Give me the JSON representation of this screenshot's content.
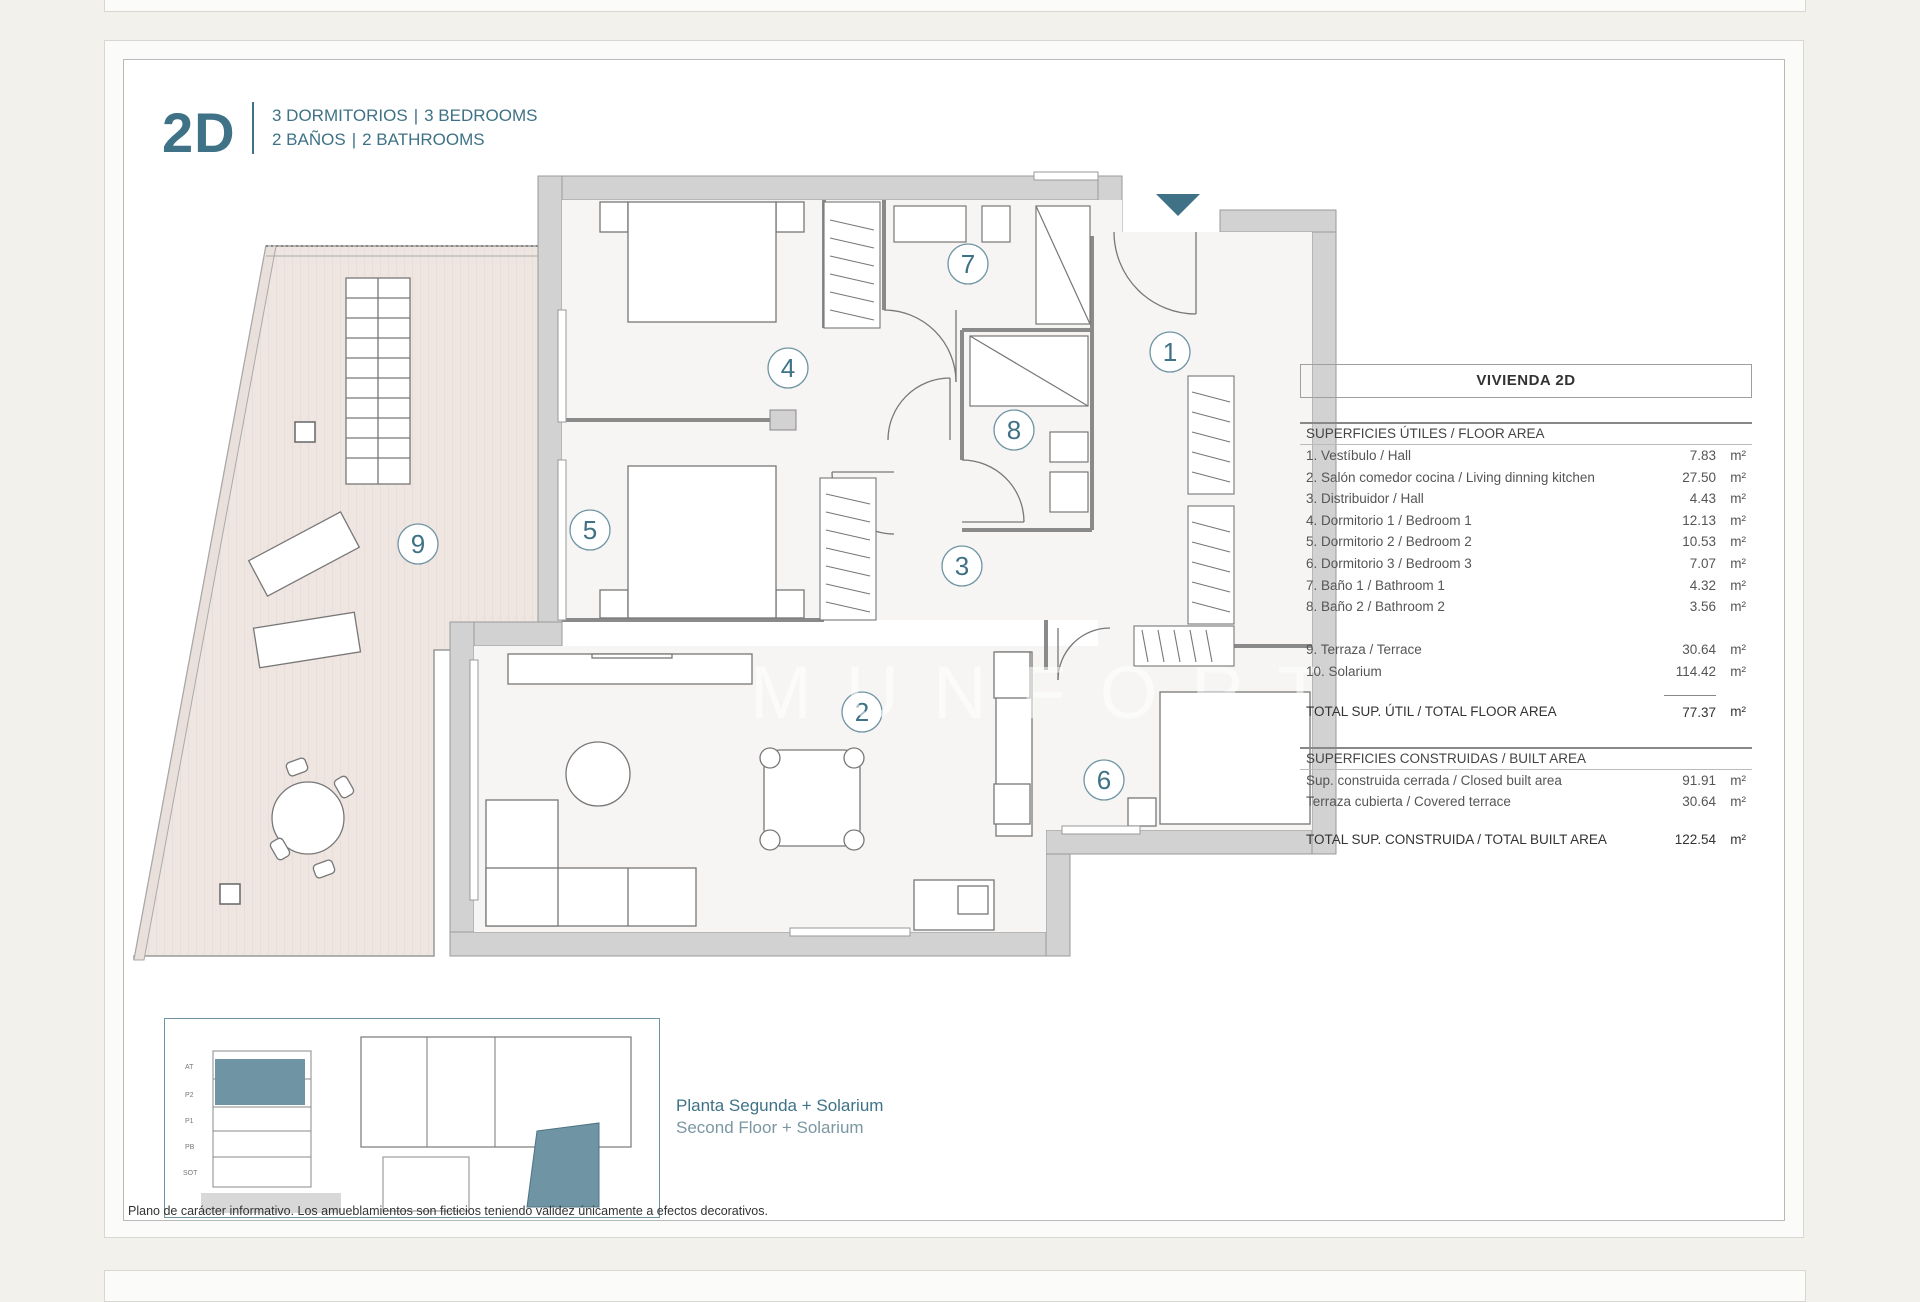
{
  "header": {
    "unit_code": "2D",
    "line1_es": "3 DORMITORIOS",
    "line1_en": "3 BEDROOMS",
    "line2_es": "2 BAÑOS",
    "line2_en": "2 BATHROOMS",
    "separator": "|"
  },
  "plan": {
    "rooms": [
      {
        "number": "1"
      },
      {
        "number": "2"
      },
      {
        "number": "3"
      },
      {
        "number": "4"
      },
      {
        "number": "5"
      },
      {
        "number": "6"
      },
      {
        "number": "7"
      },
      {
        "number": "8"
      },
      {
        "number": "9"
      }
    ],
    "watermark": "MUNFORT"
  },
  "table": {
    "title": "VIVIENDA 2D",
    "floor_area_title": "SUPERFICIES ÚTILES / FLOOR AREA",
    "floor_rows": [
      {
        "label": "1. Vestíbulo / Hall",
        "value": "7.83",
        "unit": "m²"
      },
      {
        "label": "2. Salón comedor cocina / Living dinning kitchen",
        "value": "27.50",
        "unit": "m²"
      },
      {
        "label": "3. Distribuidor / Hall",
        "value": "4.43",
        "unit": "m²"
      },
      {
        "label": "4. Dormitorio 1 / Bedroom 1",
        "value": "12.13",
        "unit": "m²"
      },
      {
        "label": "5. Dormitorio 2 / Bedroom 2",
        "value": "10.53",
        "unit": "m²"
      },
      {
        "label": "6. Dormitorio 3 / Bedroom 3",
        "value": "7.07",
        "unit": "m²"
      },
      {
        "label": "7. Baño 1 / Bathroom 1",
        "value": "4.32",
        "unit": "m²"
      },
      {
        "label": "8. Baño 2 / Bathroom 2",
        "value": "3.56",
        "unit": "m²"
      }
    ],
    "extra_rows": [
      {
        "label": "9. Terraza / Terrace",
        "value": "30.64",
        "unit": "m²"
      },
      {
        "label": "10. Solarium",
        "value": "114.42",
        "unit": "m²"
      }
    ],
    "total_floor": {
      "label": "TOTAL SUP. ÚTIL / TOTAL FLOOR AREA",
      "value": "77.37",
      "unit": "m²"
    },
    "built_area_title": "SUPERFICIES CONSTRUIDAS / BUILT AREA",
    "built_rows": [
      {
        "label": "Sup. construida cerrada / Closed built area",
        "value": "91.91",
        "unit": "m²"
      },
      {
        "label": "Terraza cubierta / Covered terrace",
        "value": "30.64",
        "unit": "m²"
      }
    ],
    "total_built": {
      "label": "TOTAL SUP. CONSTRUIDA / TOTAL BUILT AREA",
      "value": "122.54",
      "unit": "m²"
    }
  },
  "location": {
    "floor_label_es": "Planta Segunda + Solarium",
    "floor_label_en": "Second Floor + Solarium",
    "levels": [
      "AT",
      "P2",
      "P1",
      "PB",
      "SOT"
    ]
  },
  "disclaimer": "Plano de carácter informativo. Los amueblamientos son ficticios teniendo validez únicamente a efectos decorativos.",
  "colors": {
    "accent": "#3f7286",
    "wall": "#cfcfcf",
    "terrace": "#eee4e0"
  }
}
